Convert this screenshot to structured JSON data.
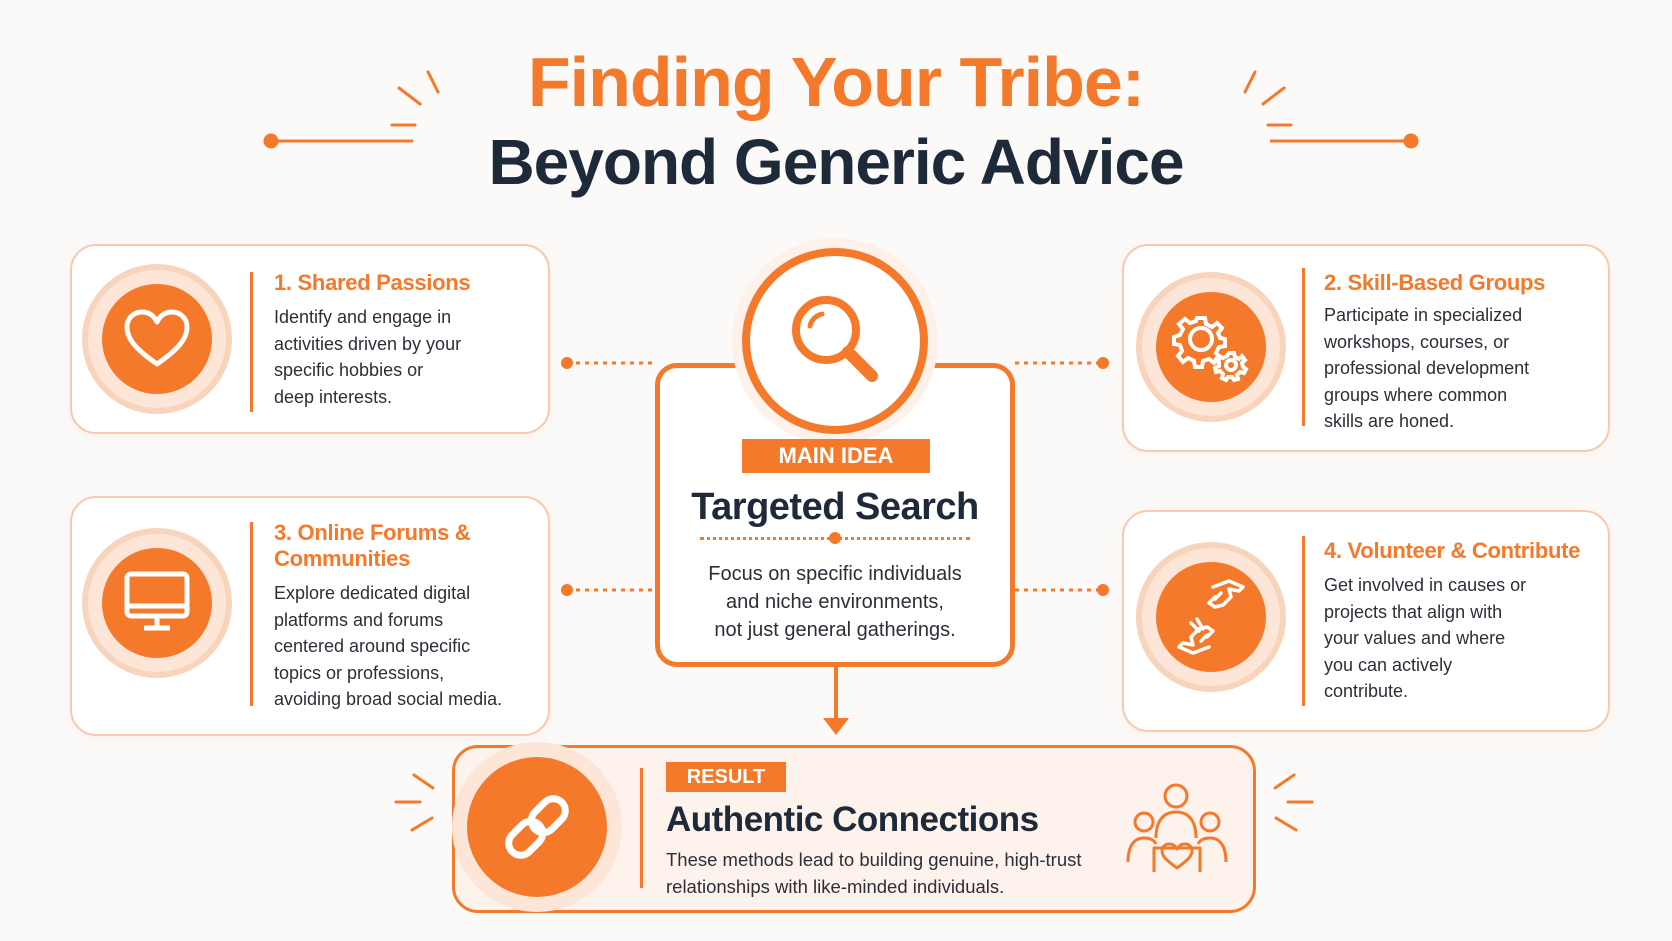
{
  "title": {
    "line1": "Finding Your Tribe:",
    "line2": "Beyond Generic Advice"
  },
  "cards": [
    {
      "title": "1. Shared Passions",
      "desc": [
        "Identify and engage in",
        "activities driven by your",
        "specific hobbies or",
        "deep interests."
      ],
      "icon": "heart-icon"
    },
    {
      "title": "2. Skill-Based Groups",
      "desc": [
        "Participate in specialized",
        "workshops, courses, or",
        "professional development",
        "groups where common",
        "skills are honed."
      ],
      "icon": "gears-icon"
    },
    {
      "title_lines": [
        "3. Online Forums &",
        "Communities"
      ],
      "desc": [
        "Explore dedicated digital",
        "platforms and forums",
        "centered around specific",
        "topics or professions,",
        "avoiding broad social media."
      ],
      "icon": "monitor-icon"
    },
    {
      "title": "4. Volunteer & Contribute",
      "desc": [
        "Get involved in causes or",
        "projects that align with",
        "your values and where",
        "you can actively",
        "contribute."
      ],
      "icon": "helping-hands-icon"
    }
  ],
  "center": {
    "badge": "MAIN IDEA",
    "title": "Targeted Search",
    "desc": [
      "Focus on specific individuals",
      "and niche environments,",
      "not just general gatherings."
    ],
    "icon": "magnifier-icon"
  },
  "result": {
    "badge": "RESULT",
    "title": "Authentic Connections",
    "desc": [
      "These methods lead to building genuine, high-trust",
      "relationships with like-minded individuals."
    ],
    "icon": "chain-link-icon",
    "side_icon": "community-heart-icon"
  },
  "colors": {
    "accent": "#f5792a",
    "dark": "#1e2a39",
    "soft": "#f7c9ae"
  }
}
